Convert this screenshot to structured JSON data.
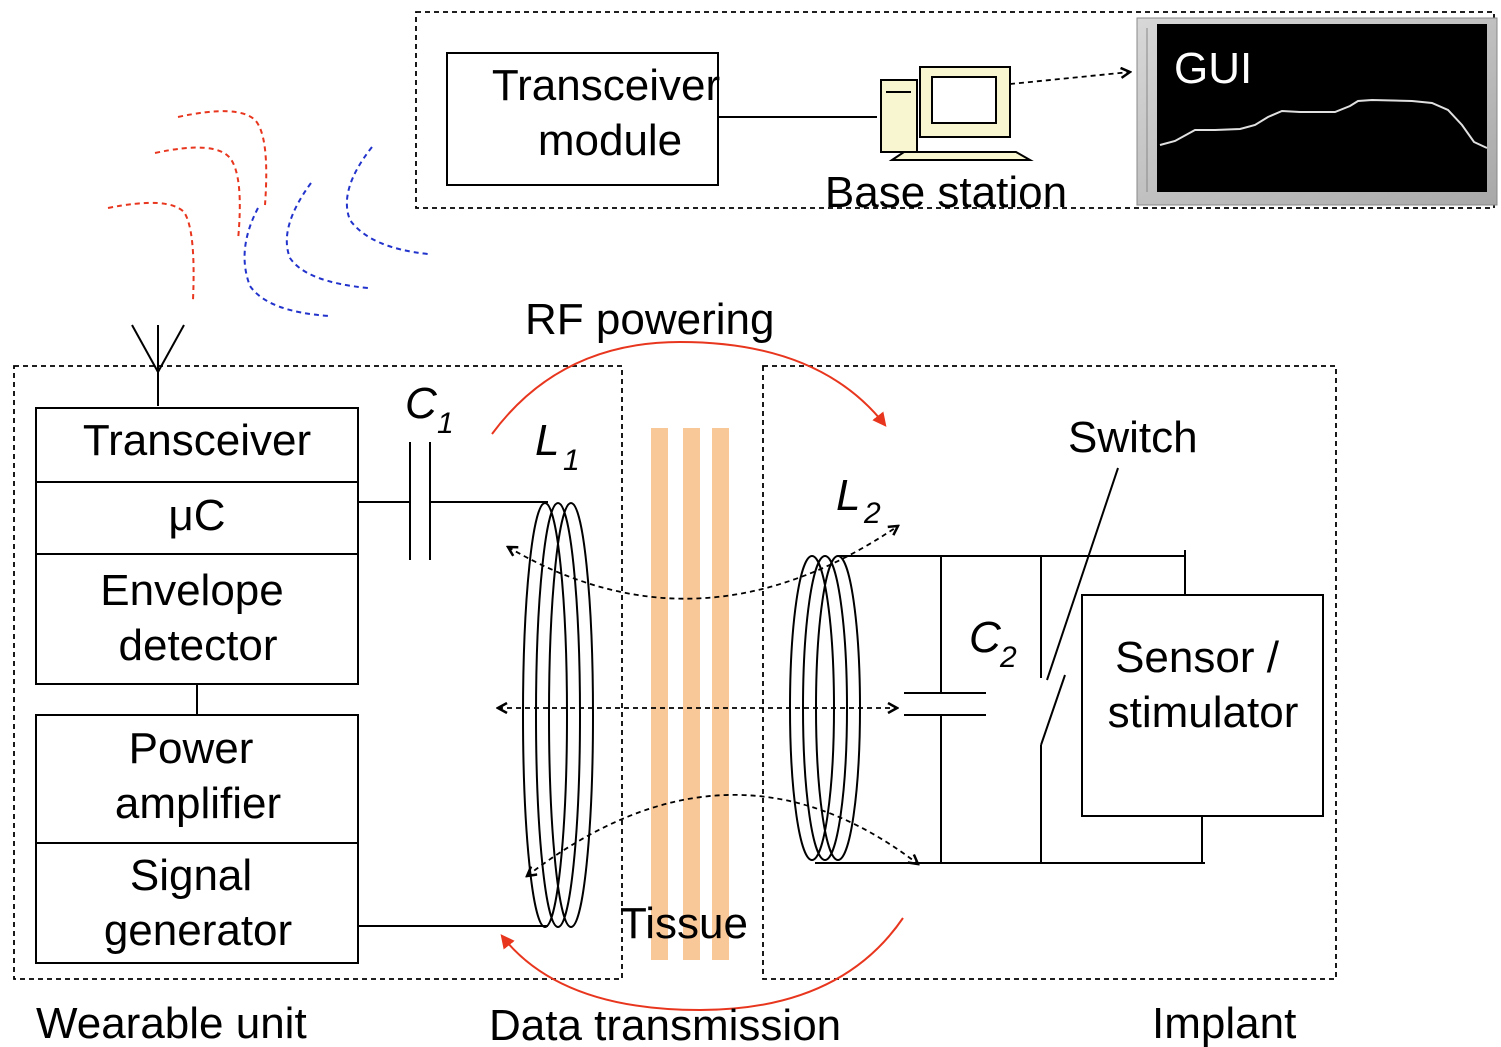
{
  "base_station": {
    "transceiver_module": [
      "Transceiver",
      "module"
    ],
    "base_station_label": "Base station",
    "gui_label": "GUI"
  },
  "wearable_unit": {
    "transceiver": "Transceiver",
    "uc": "μC",
    "envelope_detector": [
      "Envelope",
      "detector"
    ],
    "power_amplifier": [
      "Power",
      "amplifier"
    ],
    "signal_generator": [
      "Signal",
      "generator"
    ],
    "capacitor": {
      "letter": "C",
      "sub": "1"
    },
    "coil": {
      "letter": "L",
      "sub": "1"
    },
    "label": "Wearable unit"
  },
  "implant": {
    "coil": {
      "letter": "L",
      "sub": "2"
    },
    "capacitor": {
      "letter": "C",
      "sub": "2"
    },
    "switch": "Switch",
    "sensor": [
      "Sensor /",
      "stimulator"
    ],
    "label": "Implant"
  },
  "links": {
    "rf_powering": "RF powering",
    "data_transmission": "Data transmission",
    "tissue": "Tissue"
  },
  "colors": {
    "rf_arrow": "#e8361e",
    "wave_red": "#e8361e",
    "wave_blue": "#2233cc",
    "tissue": "#f8c898",
    "gui_screen": "#000000",
    "gui_frame": "#b4b4b4"
  }
}
